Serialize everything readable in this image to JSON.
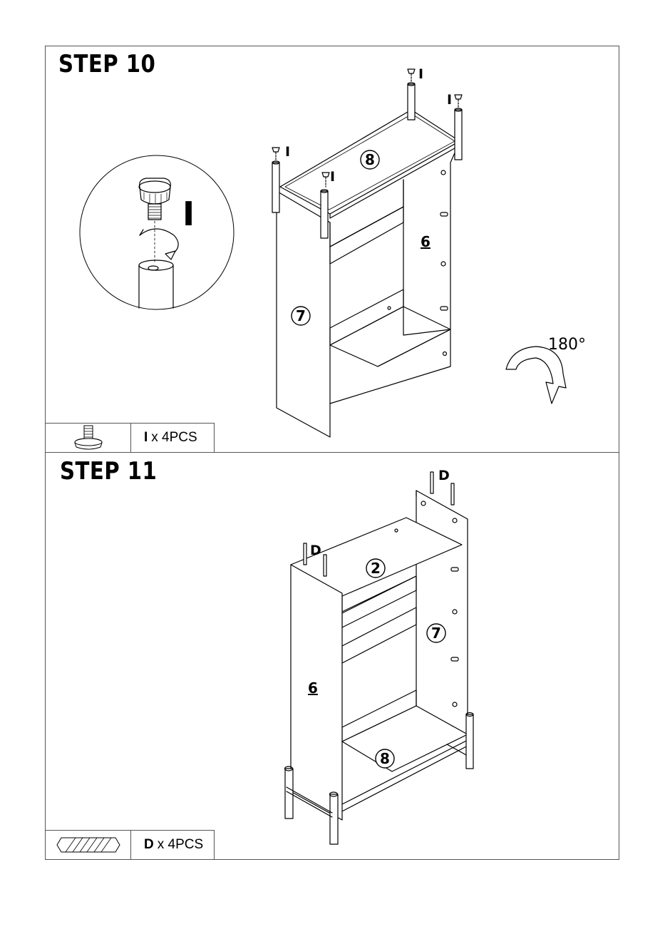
{
  "step10": {
    "title": "STEP 10",
    "part_letter": "I",
    "quantity": "x 4PCS",
    "rotation": "180°",
    "part_callouts": [
      "I",
      "I",
      "I",
      "I"
    ],
    "detail_label": "I",
    "panel_numbers": [
      "8",
      "6",
      "7"
    ]
  },
  "step11": {
    "title": "STEP 11",
    "part_letter": "D",
    "quantity": "x 4PCS",
    "part_callouts": [
      "D",
      "D"
    ],
    "panel_numbers": [
      "2",
      "7",
      "6",
      "8"
    ]
  },
  "icons": [
    "leveling-foot-icon",
    "wooden-dowel-icon",
    "rotate-arrow-icon"
  ]
}
